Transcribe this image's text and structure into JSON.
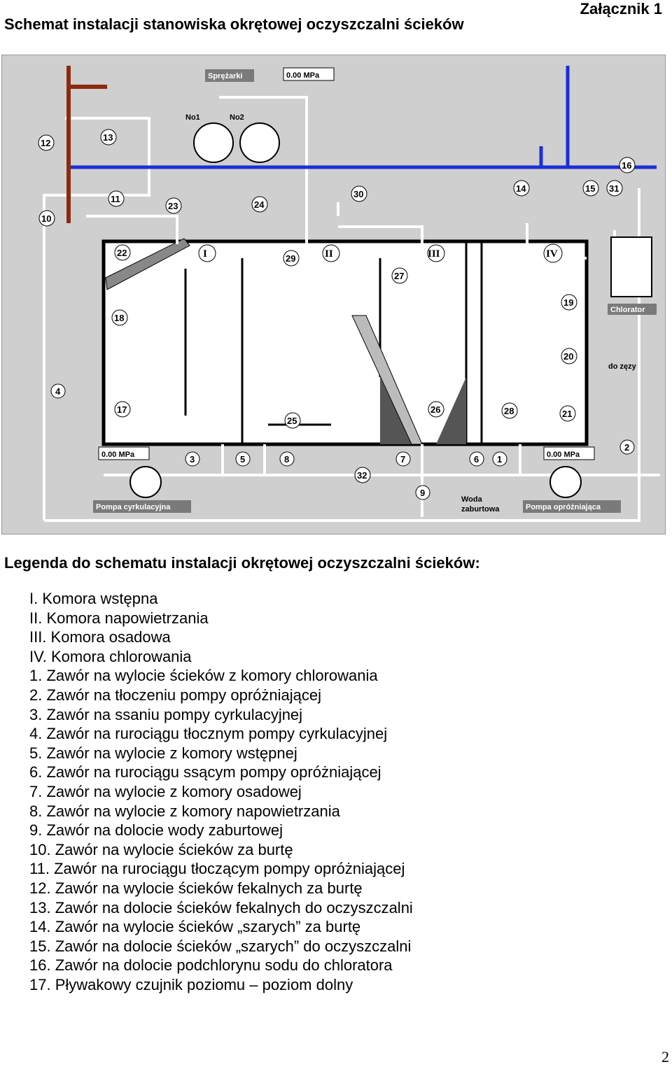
{
  "header": {
    "title": "Schemat instalacji stanowiska okrętowej oczyszczalni ścieków",
    "annex": "Załącznik 1"
  },
  "diagram": {
    "labels": {
      "compressors": "Sprężarki",
      "pressure_top": "0.00 MPa",
      "pressure_left": "0.00 MPa",
      "pressure_right": "0.00 MPa",
      "no1": "No1",
      "no2": "No2",
      "chlorator": "Chlorator",
      "to_bilge": "do zęzy",
      "sea_water_1": "Woda",
      "sea_water_2": "zaburtowa",
      "circ_pump": "Pompa cyrkulacyjna",
      "empty_pump": "Pompa opróżniająca"
    },
    "chambers": [
      "I",
      "II",
      "III",
      "IV"
    ],
    "markers": [
      "1",
      "2",
      "3",
      "4",
      "5",
      "6",
      "7",
      "8",
      "9",
      "10",
      "11",
      "12",
      "13",
      "14",
      "15",
      "16",
      "17",
      "18",
      "19",
      "20",
      "21",
      "22",
      "23",
      "24",
      "25",
      "26",
      "27",
      "28",
      "29",
      "30",
      "31",
      "32"
    ]
  },
  "legend": {
    "title": "Legenda do schematu instalacji okrętowej oczyszczalni ścieków:",
    "items": [
      "I. Komora wstępna",
      "II. Komora napowietrzania",
      "III. Komora osadowa",
      "IV. Komora chlorowania",
      "1. Zawór na wylocie ścieków z komory chlorowania",
      "2. Zawór na tłoczeniu pompy opróżniającej",
      "3. Zawór na ssaniu pompy cyrkulacyjnej",
      "4. Zawór na rurociągu tłocznym pompy cyrkulacyjnej",
      "5. Zawór na wylocie z komory wstępnej",
      "6. Zawór na rurociągu ssącym pompy opróżniającej",
      "7. Zawór na wylocie z komory osadowej",
      "8. Zawór na wylocie z komory napowietrzania",
      "9. Zawór na dolocie wody zaburtowej",
      "10. Zawór na wylocie ścieków za burtę",
      "11. Zawór na rurociągu tłoczącym pompy opróżniającej",
      "12. Zawór na wylocie ścieków fekalnych za burtę",
      "13. Zawór na dolocie ścieków fekalnych do oczyszczalni",
      "14. Zawór na wylocie ścieków „szarych” za burtę",
      "15. Zawór na dolocie ścieków „szarych” do oczyszczalni",
      "16. Zawór na dolocie podchlorynu sodu do chloratora",
      "17. Pływakowy czujnik poziomu – poziom dolny"
    ]
  },
  "footer": {
    "page": "2"
  }
}
